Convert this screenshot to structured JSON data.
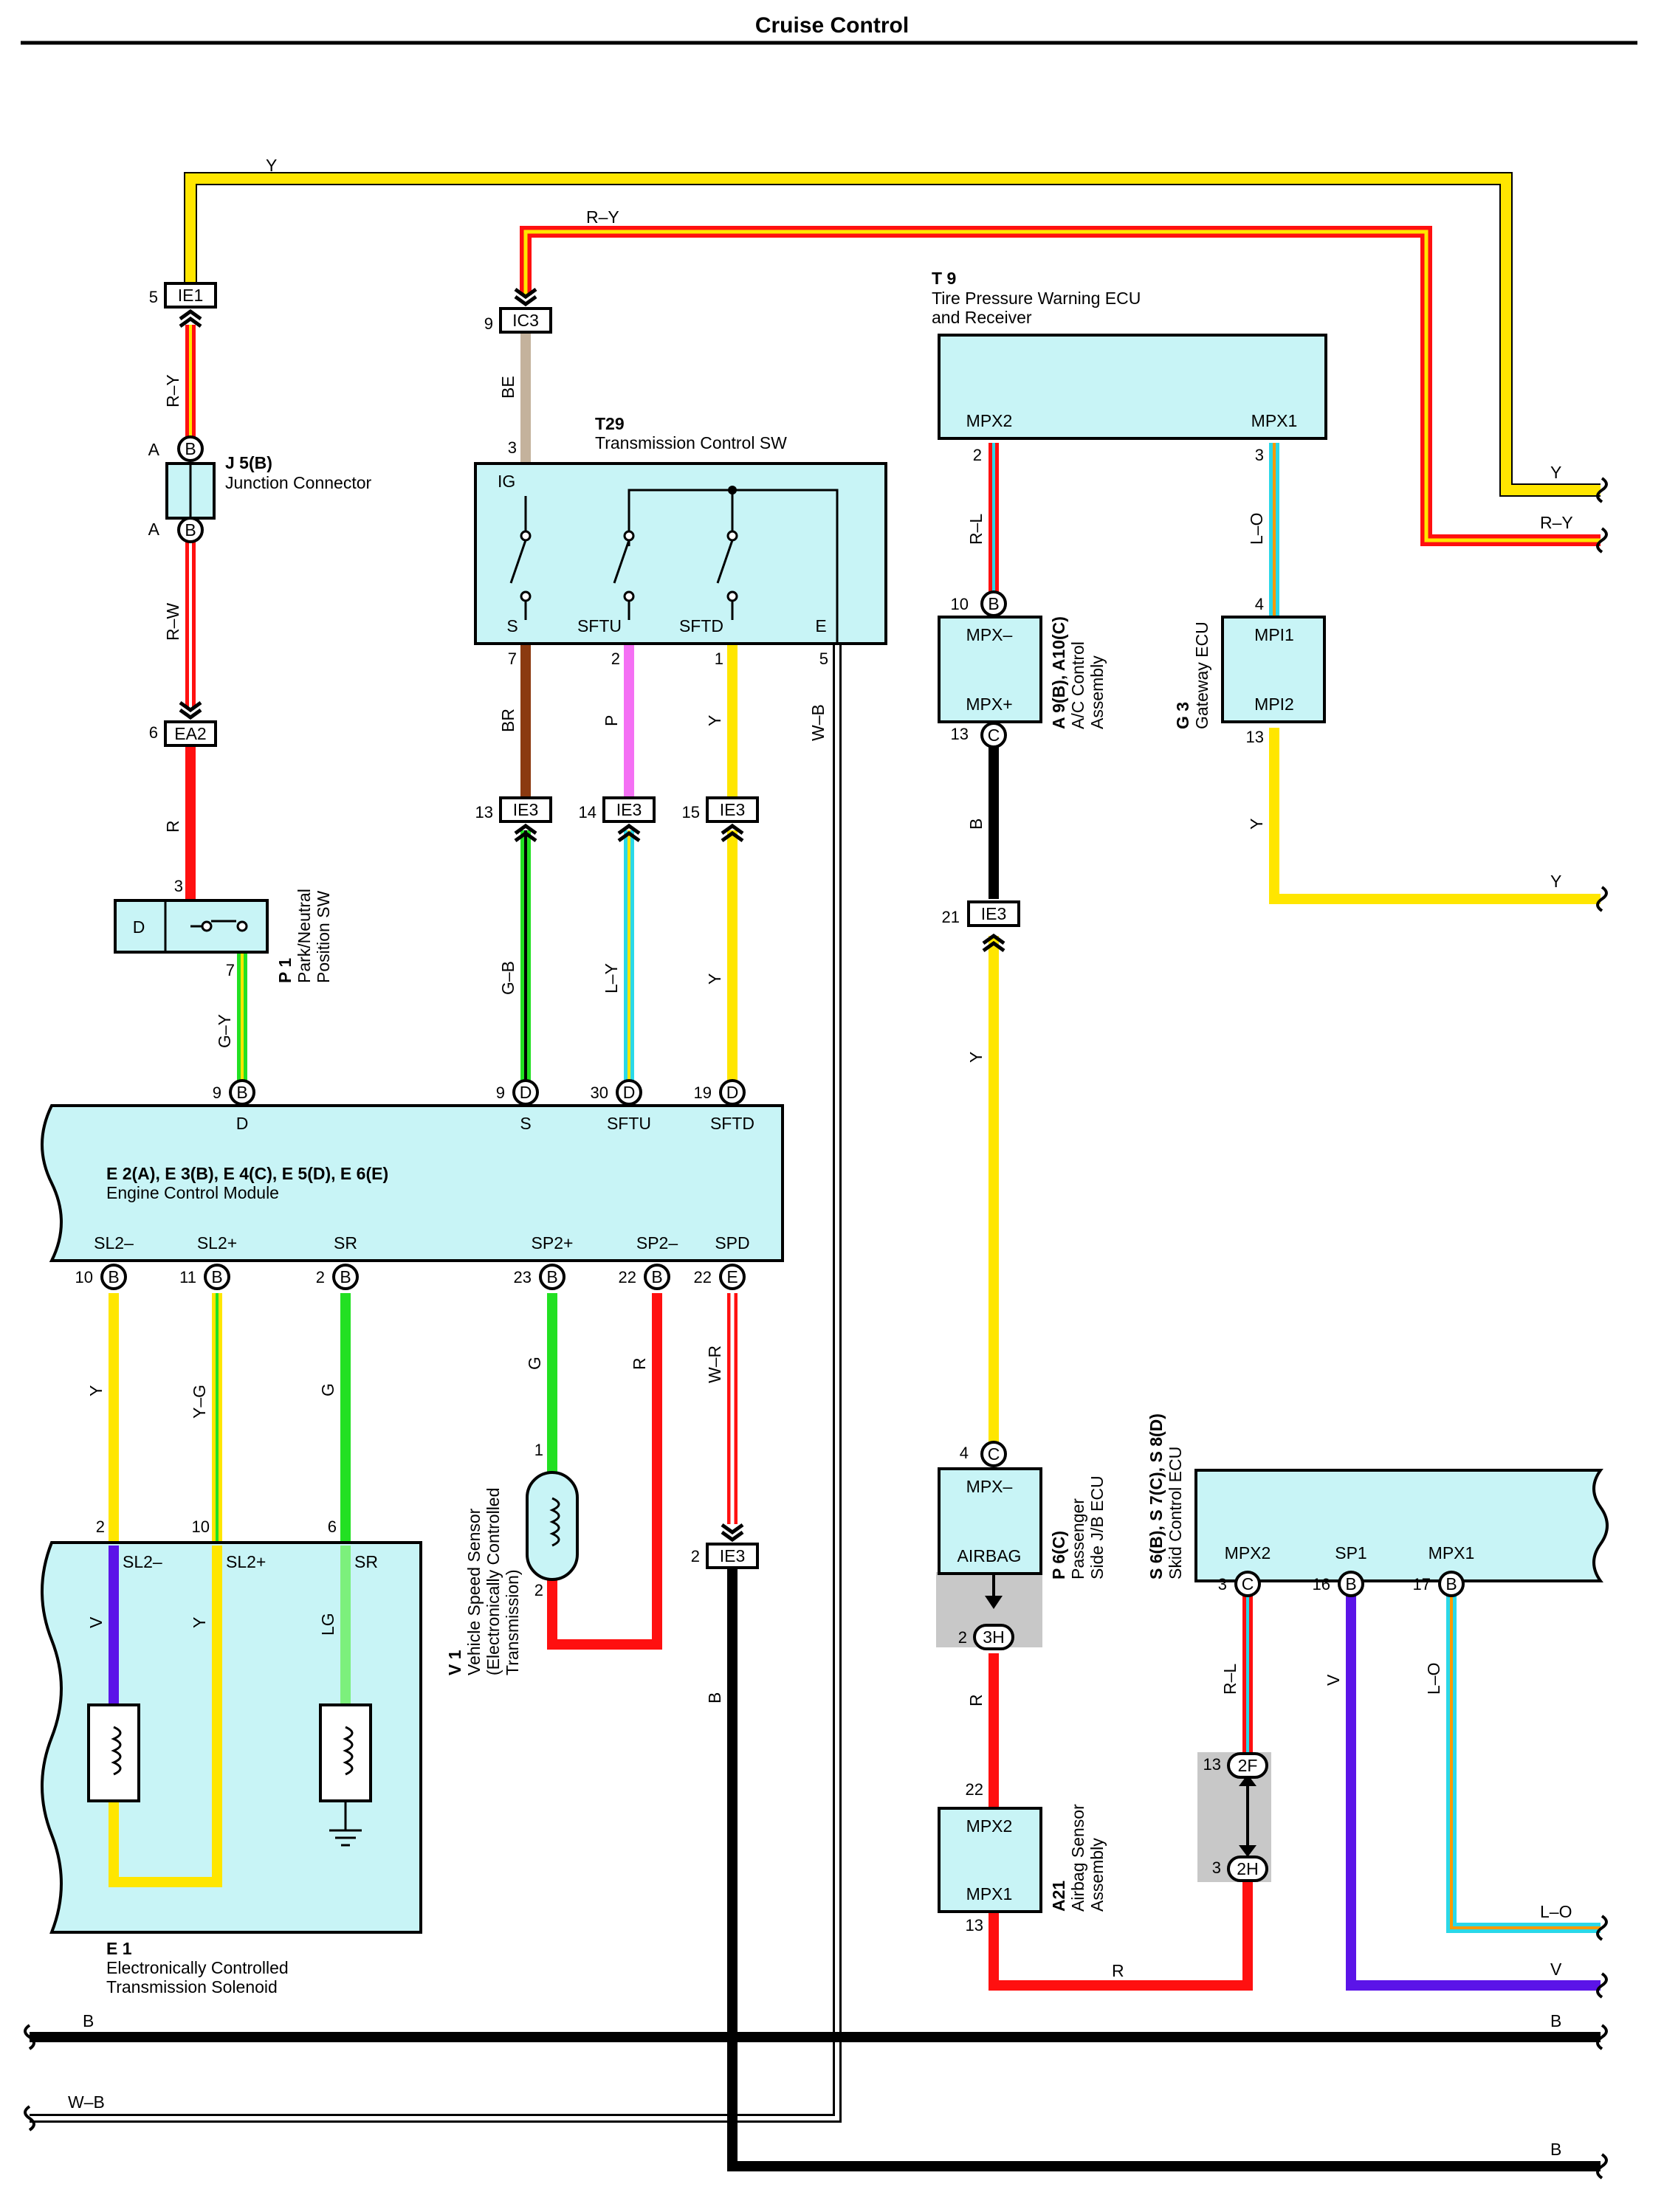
{
  "title": "Cruise Control",
  "colors": {
    "Y": "#ffe600",
    "R": "#ff1010",
    "B": "#000000",
    "G": "#22e022",
    "LG": "#7cf07c",
    "V": "#5b14e8",
    "P": "#f470f4",
    "BR": "#8b3a10",
    "BE": "#c4b29c",
    "L": "#2ad8e8",
    "W": "#ffffff",
    "O": "#ff9a00",
    "box_fill": "#c8f4f6",
    "shade": "#c8c8c8"
  },
  "wire_labels": {
    "y_top": "Y",
    "ry_top": "R–Y",
    "ry_ie1": "R–Y",
    "rw": "R–W",
    "r_p1": "R",
    "gy": "G–Y",
    "be": "BE",
    "br": "BR",
    "p": "P",
    "y_sftd": "Y",
    "wb_vert": "W–B",
    "gb": "G–B",
    "ly": "L–Y",
    "y_sftd2": "Y",
    "rl_t9": "R–L",
    "lo_t9": "L–O",
    "b_a9": "B",
    "y_g3": "Y",
    "y_ie3": "Y",
    "y_sl2m": "Y",
    "yg": "Y–G",
    "g_sr": "G",
    "g_sp2": "G",
    "r_sp2": "R",
    "wr": "W–R",
    "v_e1": "V",
    "y_e1": "Y",
    "lg_e1": "LG",
    "b_ie3": "B",
    "r_p6": "R",
    "r_a21": "R",
    "rl_s6": "R–L",
    "v_s6": "V",
    "lo_s6": "L–O",
    "right_y1": "Y",
    "right_ry": "R–Y",
    "right_y2": "Y",
    "right_lo": "L–O",
    "right_v": "V",
    "right_b1": "B",
    "right_b2": "B",
    "left_b": "B",
    "left_wb": "W–B"
  },
  "components": {
    "j5": {
      "code": "J 5(B)",
      "name": "Junction Connector",
      "pin_top_letter": "A",
      "pin_bottom_letter": "A",
      "conn": "B"
    },
    "t29": {
      "code": "T29",
      "name": "Transmission Control SW",
      "ig": "IG",
      "s": "S",
      "sftu": "SFTU",
      "sftd": "SFTD",
      "e": "E"
    },
    "t9": {
      "code": "T 9",
      "name1": "Tire Pressure Warning ECU",
      "name2": "and Receiver",
      "mpx2": "MPX2",
      "mpx1": "MPX1"
    },
    "a9": {
      "code": "A 9(B), A10(C)",
      "name1": "A/C Control",
      "name2": "Assembly",
      "mpxm": "MPX–",
      "mpxp": "MPX+"
    },
    "g3": {
      "code": "G 3",
      "name": "Gateway ECU",
      "mpi1": "MPI1",
      "mpi2": "MPI2"
    },
    "p1": {
      "code": "P 1",
      "name1": "Park/Neutral",
      "name2": "Position SW",
      "d": "D"
    },
    "ecm": {
      "code": "E 2(A), E 3(B), E 4(C), E 5(D), E 6(E)",
      "name": "Engine Control Module",
      "top_pins": [
        "D",
        "S",
        "SFTU",
        "SFTD"
      ],
      "bottom_pins": [
        "SL2–",
        "SL2+",
        "SR",
        "SP2+",
        "SP2–",
        "SPD"
      ]
    },
    "v1": {
      "code": "V 1",
      "name1": "Vehicle Speed Sensor",
      "name2": "(Electronically Controlled",
      "name3": "Transmission)"
    },
    "e1": {
      "code": "E 1",
      "name1": "Electronically Controlled",
      "name2": "Transmission Solenoid",
      "sl2m": "SL2–",
      "sl2p": "SL2+",
      "sr": "SR"
    },
    "p6": {
      "code": "P 6(C)",
      "name1": "Passenger",
      "name2": "Side J/B ECU",
      "mpxm": "MPX–",
      "airbag": "AIRBAG"
    },
    "a21": {
      "code": "A21",
      "name1": "Airbag Sensor",
      "name2": "Assembly",
      "mpx2": "MPX2",
      "mpx1": "MPX1"
    },
    "s6": {
      "code": "S 6(B), S 7(C), S 8(D)",
      "name": "Skid Control ECU",
      "mpx2": "MPX2",
      "sp1": "SP1",
      "mpx1": "MPX1"
    }
  },
  "connectors": {
    "ie1": "IE1",
    "ic3": "IC3",
    "ea2": "EA2",
    "ie3": "IE3",
    "j2h": "3H",
    "j2f": "2F",
    "j2h2": "2H"
  },
  "pins": {
    "ie1": "5",
    "ic3": "9",
    "ea2": "6",
    "p1_in": "3",
    "p1_out": "7",
    "t29_ig": "3",
    "t29_s": "7",
    "t29_sftu": "2",
    "t29_sftd": "1",
    "t29_e": "5",
    "ie3_13": "13",
    "ie3_14": "14",
    "ie3_15": "15",
    "ie3_21": "21",
    "ie3_2": "2",
    "t9_mpx2": "2",
    "t9_mpx1": "3",
    "a9_top": "10",
    "a9_bot": "13",
    "g3_top": "4",
    "g3_bot": "13",
    "ecm_d": "9",
    "ecm_s": "9",
    "ecm_sftu": "30",
    "ecm_sftd": "19",
    "ecm_sl2m": "10",
    "ecm_sl2p": "11",
    "ecm_sr": "2",
    "ecm_sp2p": "23",
    "ecm_sp2m": "22",
    "ecm_spd": "22",
    "e1_sl2m": "2",
    "e1_sl2p": "10",
    "e1_sr": "6",
    "v1_1": "1",
    "v1_2": "2",
    "p6_top": "4",
    "p6_bot": "2",
    "a21_top": "22",
    "a21_bot": "13",
    "s6_mpx2": "3",
    "s6_sp1": "16",
    "s6_mpx1": "17",
    "j2f": "13",
    "j2h": "3"
  },
  "conn_letters": {
    "j5_a": "B",
    "j5_b": "B",
    "a9_top": "B",
    "a9_bot": "C",
    "ecm_d": "B",
    "ecm_s": "D",
    "ecm_sftu": "D",
    "ecm_sftd": "D",
    "ecm_sl2m": "B",
    "ecm_sl2p": "B",
    "ecm_sr": "B",
    "ecm_sp2p": "B",
    "ecm_sp2m": "B",
    "ecm_spd": "E",
    "p6_top": "C",
    "s6_mpx2": "C",
    "s6_sp1": "B",
    "s6_mpx1": "B"
  }
}
